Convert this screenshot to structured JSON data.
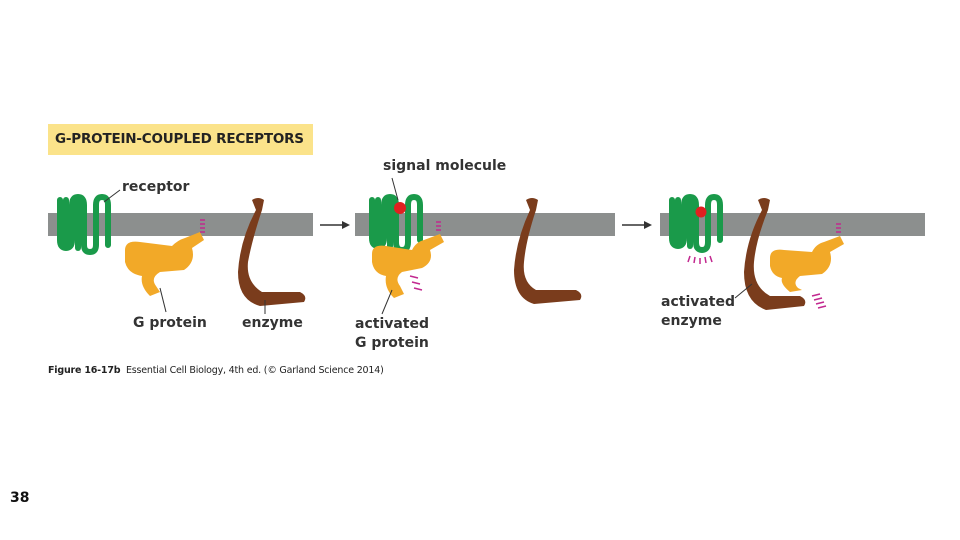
{
  "title": "G-PROTEIN-COUPLED RECEPTORS",
  "labels": {
    "receptor": "receptor",
    "g_protein": "G protein",
    "enzyme": "enzyme",
    "signal_molecule": "signal molecule",
    "activated_g_protein_line1": "activated",
    "activated_g_protein_line2": "G protein",
    "activated_enzyme_line1": "activated",
    "activated_enzyme_line2": "enzyme"
  },
  "caption": {
    "figure": "Figure 16-17b",
    "text": "Essential Cell Biology, 4th ed. (© Garland Science 2014)"
  },
  "page_number": "38",
  "colors": {
    "title_background": "#fbe38a",
    "membrane": "#8c8f8e",
    "receptor": "#1a9a4a",
    "g_protein": "#f2a928",
    "enzyme": "#7a3c1c",
    "signal_molecule": "#e02020",
    "activation_marks": "#c2288f"
  }
}
